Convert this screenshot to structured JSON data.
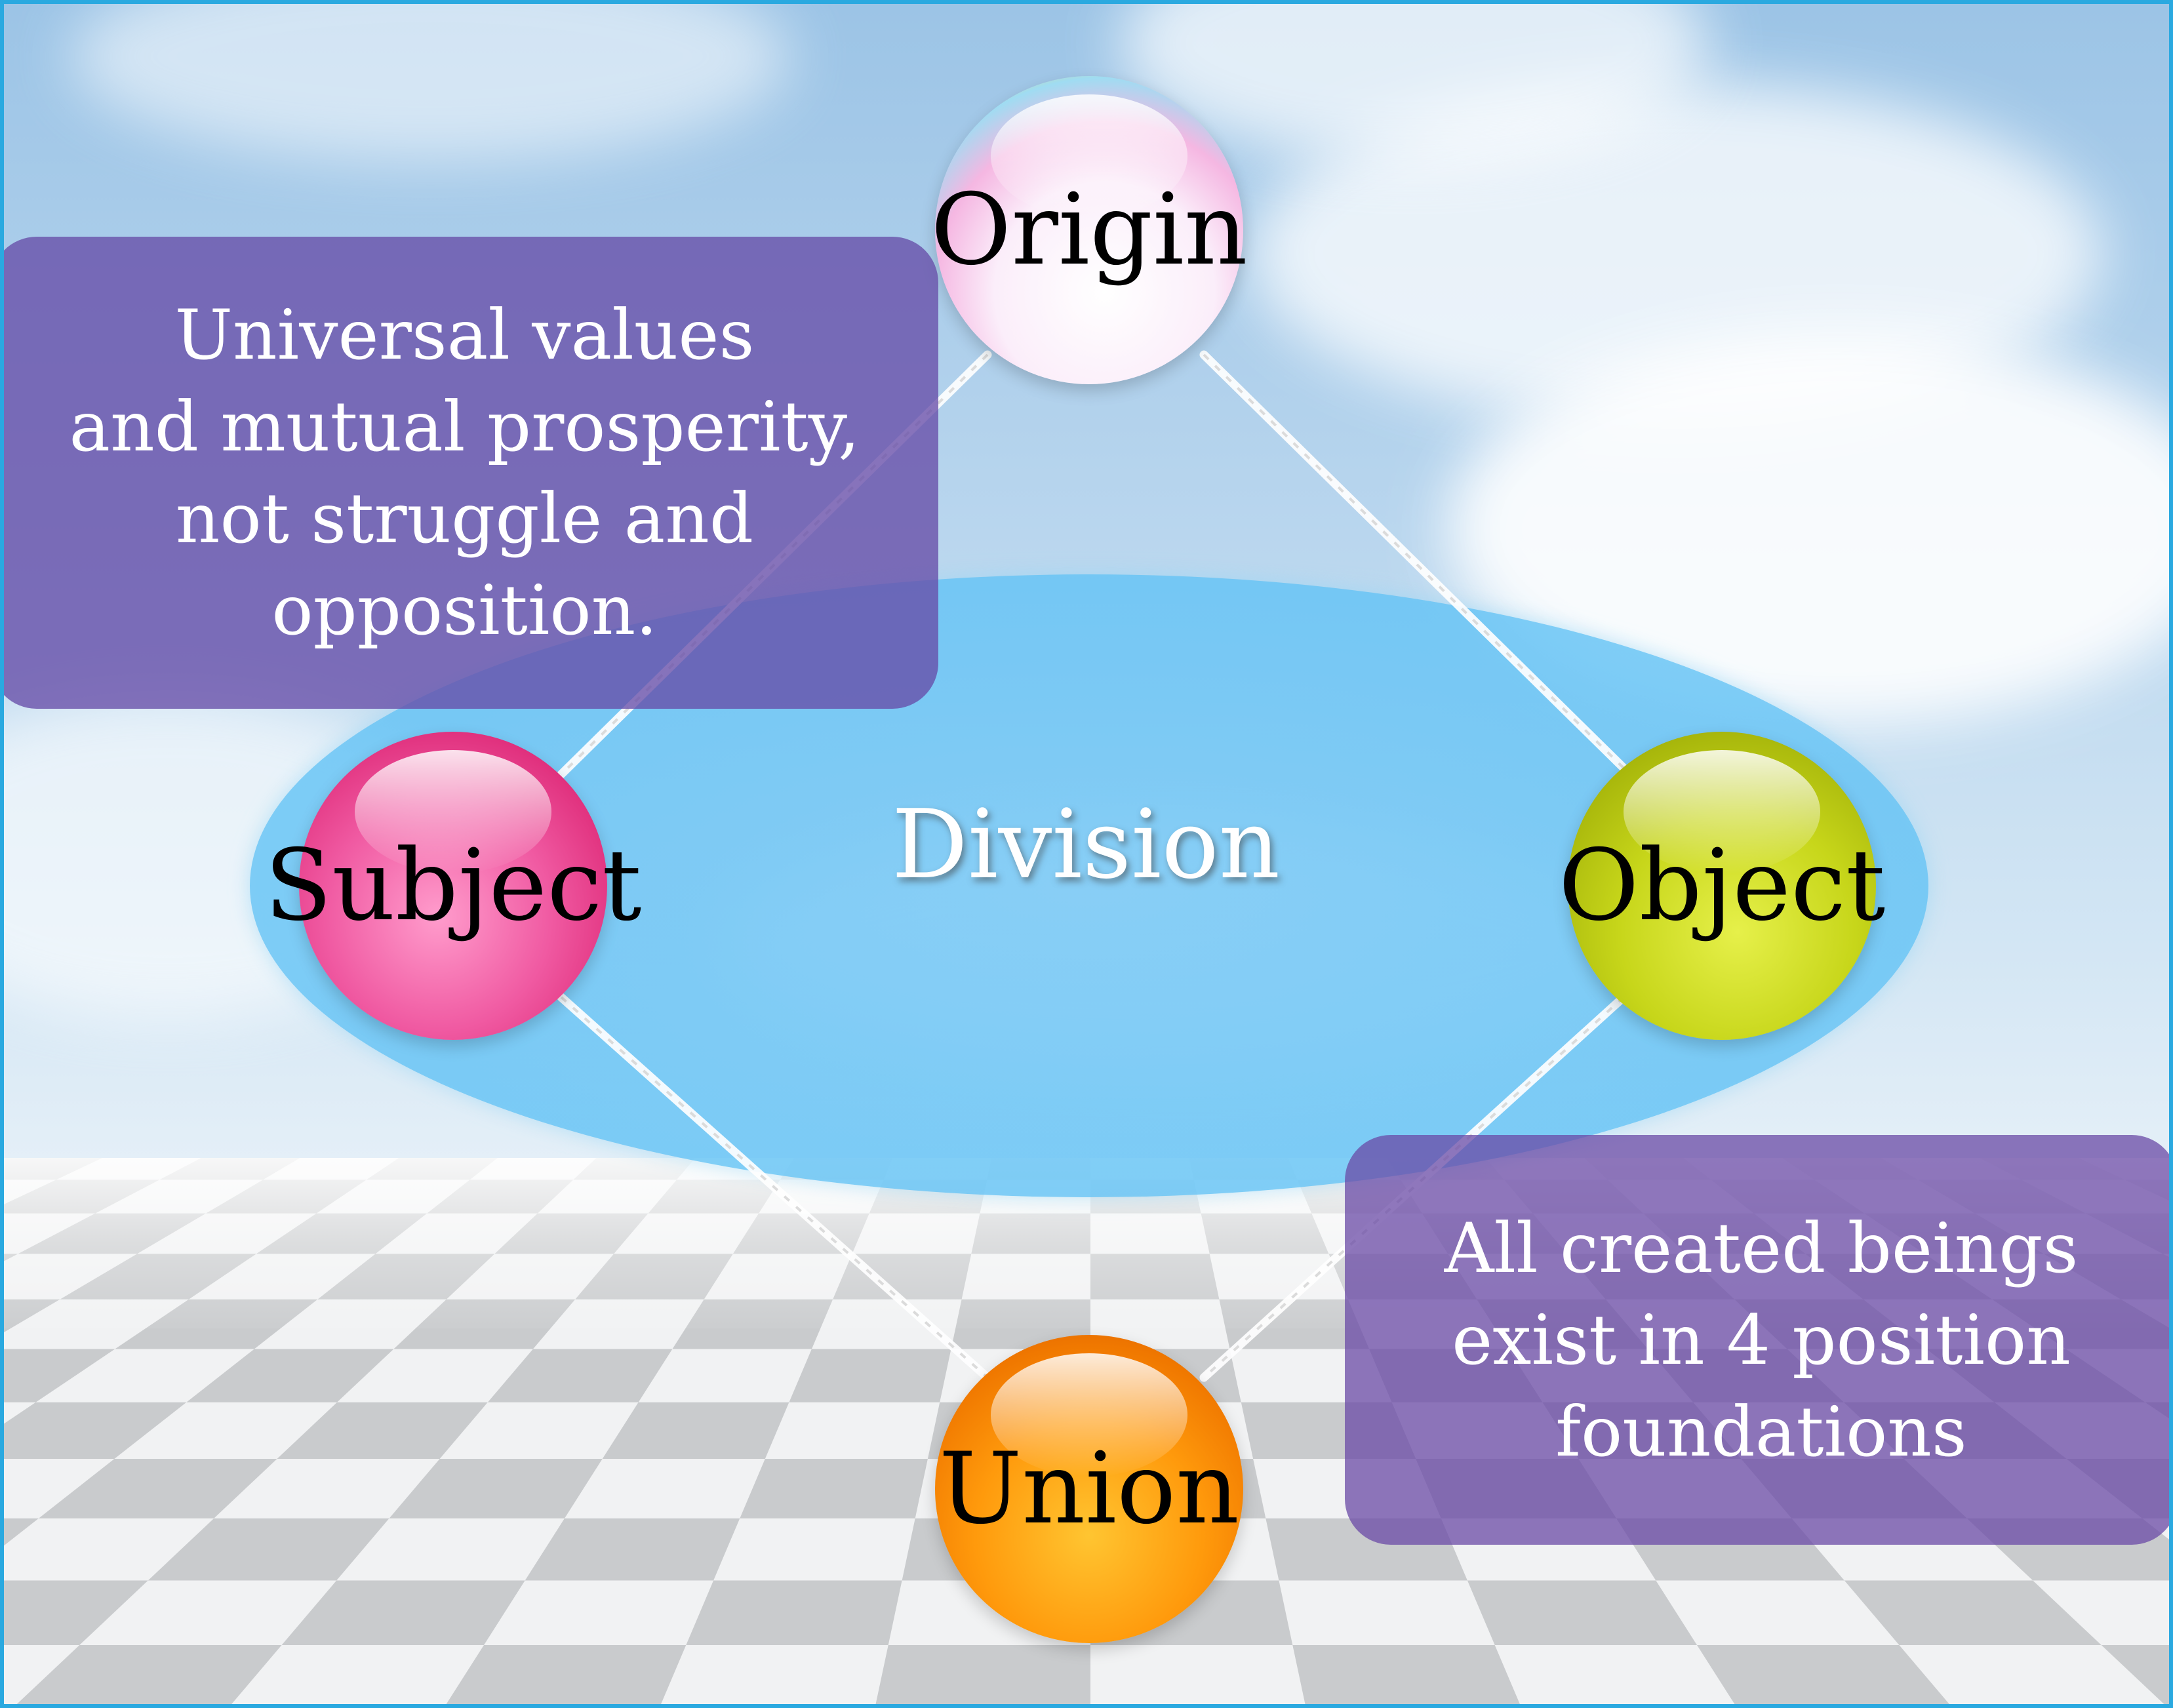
{
  "nodes": {
    "origin": "Origin",
    "subject": "Subject",
    "object": "Object",
    "union": "Union"
  },
  "center_label": "Division",
  "callout_left": {
    "lines": [
      "Universal values",
      "and mutual prosperity,",
      "not struggle and",
      "opposition."
    ]
  },
  "callout_right": {
    "lines": [
      "All created beings",
      "exist in 4 position",
      "foundations"
    ]
  },
  "colors": {
    "origin_sphere": "#f5b7e2",
    "subject_sphere": "#e0307d",
    "object_sphere": "#b5c412",
    "union_sphere": "#ff8c00",
    "ellipse": "#7cc8f2",
    "callout_box": "#664da8",
    "border": "#2aa9e0"
  }
}
